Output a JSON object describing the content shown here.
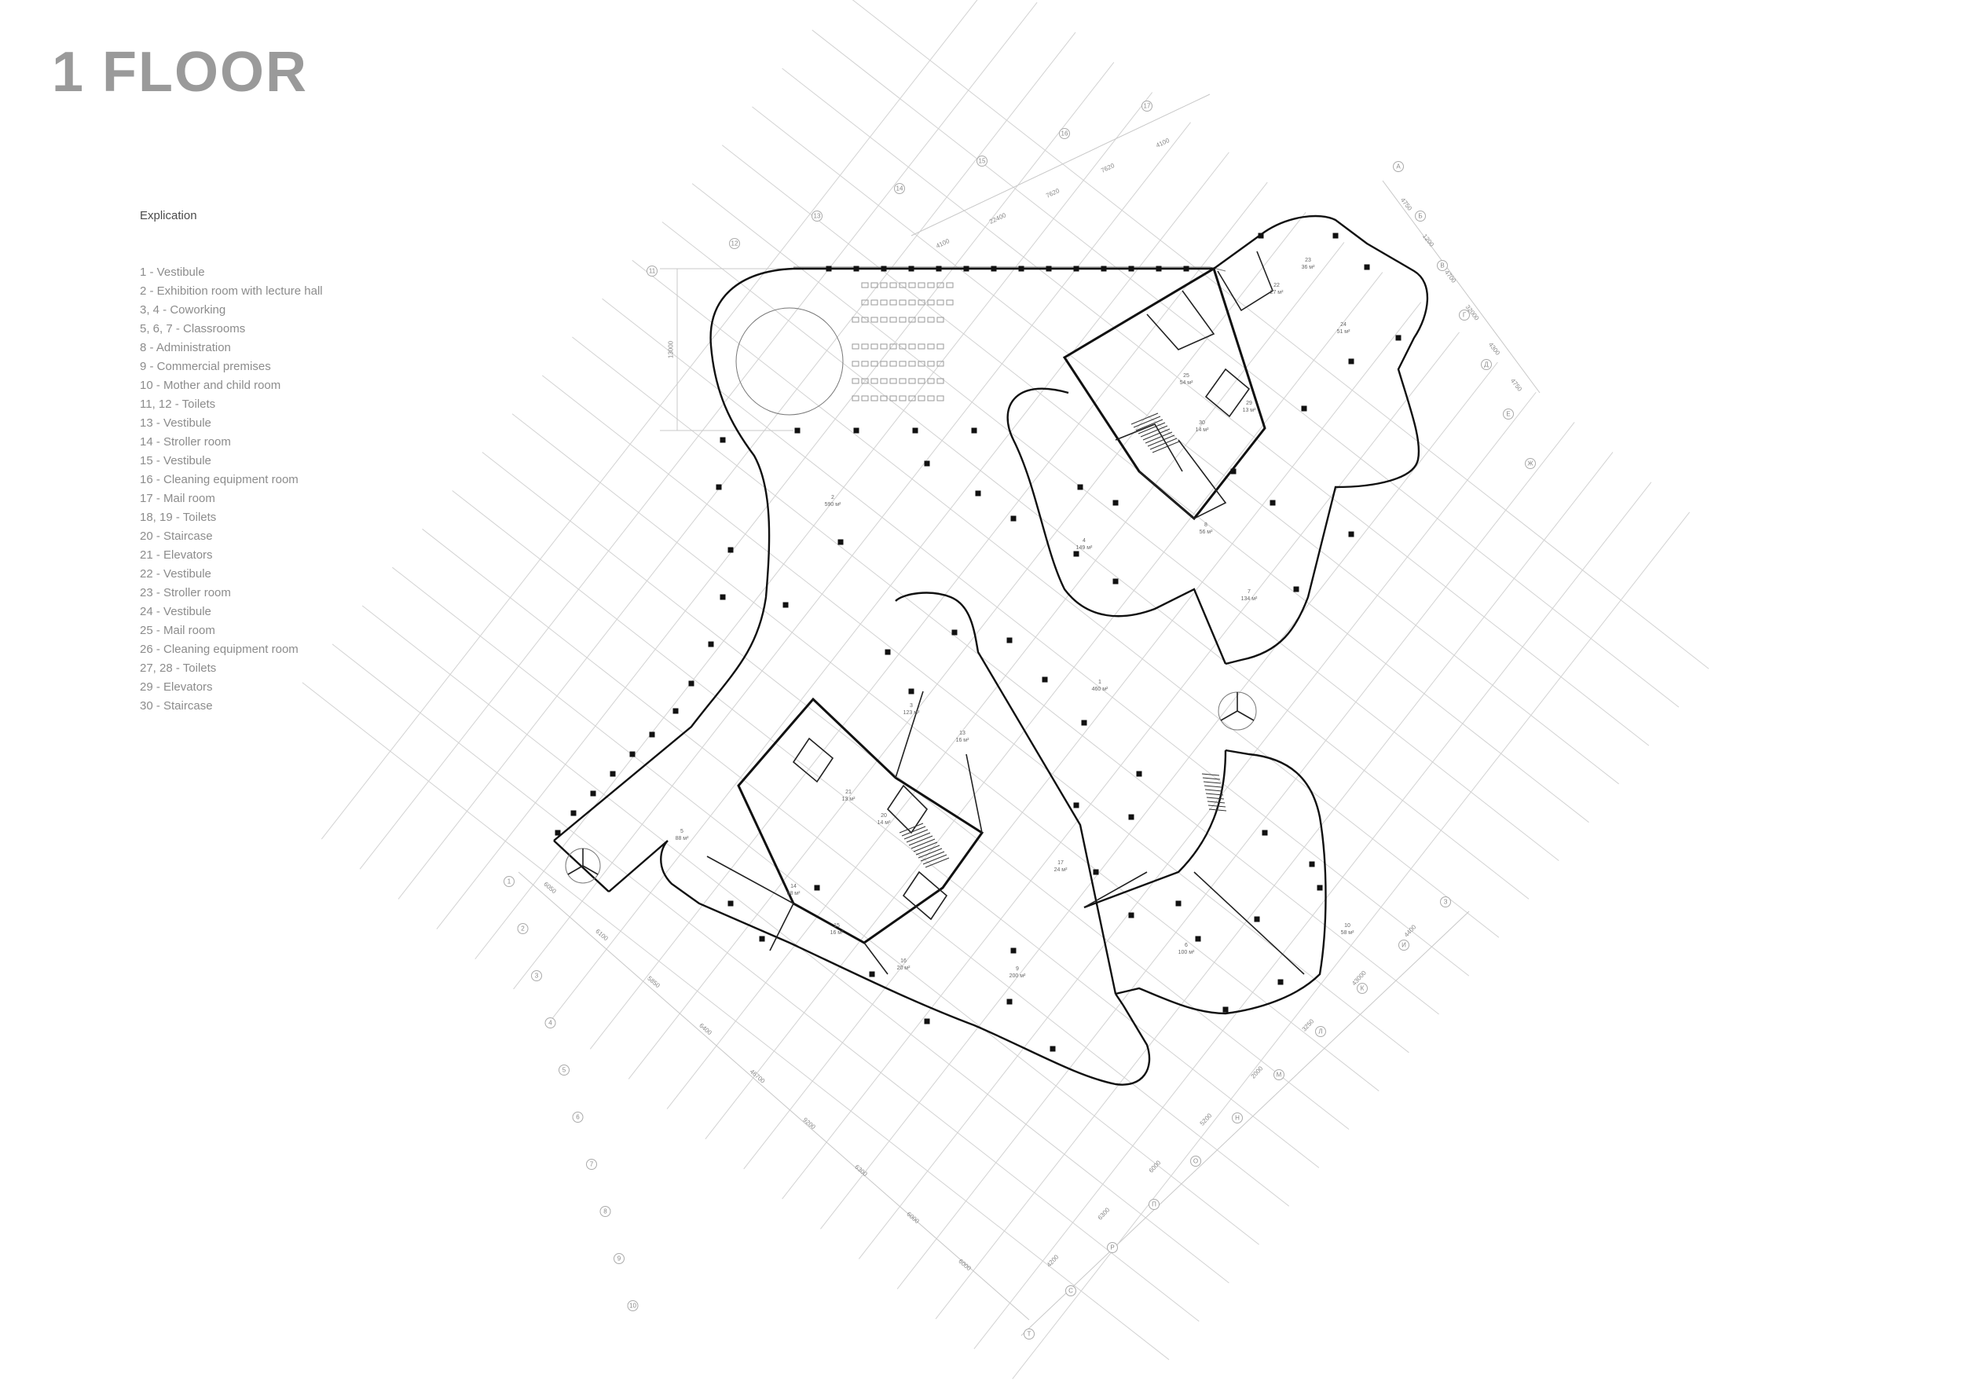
{
  "title": "1 FLOOR",
  "explication": {
    "heading": "Explication",
    "items": [
      "1 - Vestibule",
      "2 - Exhibition room with lecture hall",
      "3, 4 - Coworking",
      "5, 6, 7 - Classrooms",
      "8 - Administration",
      "9 - Commercial premises",
      "10 - Mother and child room",
      "11, 12 - Toilets",
      "13 - Vestibule",
      "14 - Stroller room",
      "15 - Vestibule",
      "16 - Cleaning equipment room",
      "17 - Mail room",
      "18, 19 - Toilets",
      "20 - Staircase",
      "21 - Elevators",
      "22 - Vestibule",
      "23 - Stroller room",
      "24 - Vestibule",
      "25 - Mail room",
      "26 - Cleaning equipment room",
      "27, 28 - Toilets",
      "29 - Elevators",
      "30 - Staircase"
    ]
  },
  "plan": {
    "axis_bubbles_a": [
      "1",
      "2",
      "3",
      "4",
      "5",
      "6",
      "7",
      "8",
      "9",
      "10"
    ],
    "axis_bubbles_b": [
      "Т",
      "С",
      "Р",
      "П",
      "О",
      "Н",
      "М",
      "Л",
      "К",
      "И",
      "З"
    ],
    "axis_bubbles_c": [
      "11",
      "12",
      "13",
      "14",
      "15",
      "16",
      "17"
    ],
    "axis_bubbles_d": [
      "А",
      "Б",
      "В",
      "Г",
      "Д",
      "Е",
      "Ж"
    ],
    "dimensions_a": [
      "6050",
      "6100",
      "5850",
      "6400",
      "46700",
      "9200",
      "6300",
      "6000",
      "6000"
    ],
    "dimensions_b": [
      "4200",
      "6300",
      "6000",
      "5200",
      "2000",
      "3250",
      "43000",
      "4400"
    ],
    "dimensions_top": [
      "4100",
      "22400",
      "7620",
      "7620",
      "4100"
    ],
    "dimensions_right": [
      "4750",
      "1200",
      "4700",
      "32000",
      "4300",
      "4750"
    ],
    "dimension_left": "13000",
    "rooms": [
      {
        "num": "1",
        "area": "460 м²"
      },
      {
        "num": "2",
        "area": "590 м²"
      },
      {
        "num": "3",
        "area": "123 м²"
      },
      {
        "num": "4",
        "area": "149 м²"
      },
      {
        "num": "5",
        "area": "88 м²"
      },
      {
        "num": "6",
        "area": "100 м²"
      },
      {
        "num": "7",
        "area": "134 м²"
      },
      {
        "num": "8",
        "area": "56 м²"
      },
      {
        "num": "9",
        "area": "200 м²"
      },
      {
        "num": "10",
        "area": "58 м²"
      },
      {
        "num": "13",
        "area": "16 м²"
      },
      {
        "num": "14",
        "area": "38 м²"
      },
      {
        "num": "15",
        "area": "16 м²"
      },
      {
        "num": "16",
        "area": "20 м²"
      },
      {
        "num": "17",
        "area": "24 м²"
      },
      {
        "num": "20",
        "area": "14 м²"
      },
      {
        "num": "21",
        "area": "13 м²"
      },
      {
        "num": "22",
        "area": "27 м²"
      },
      {
        "num": "23",
        "area": "36 м²"
      },
      {
        "num": "24",
        "area": "51 м²"
      },
      {
        "num": "25",
        "area": "54 м²"
      },
      {
        "num": "29",
        "area": "13 м²"
      },
      {
        "num": "30",
        "area": "14 м²"
      }
    ]
  }
}
